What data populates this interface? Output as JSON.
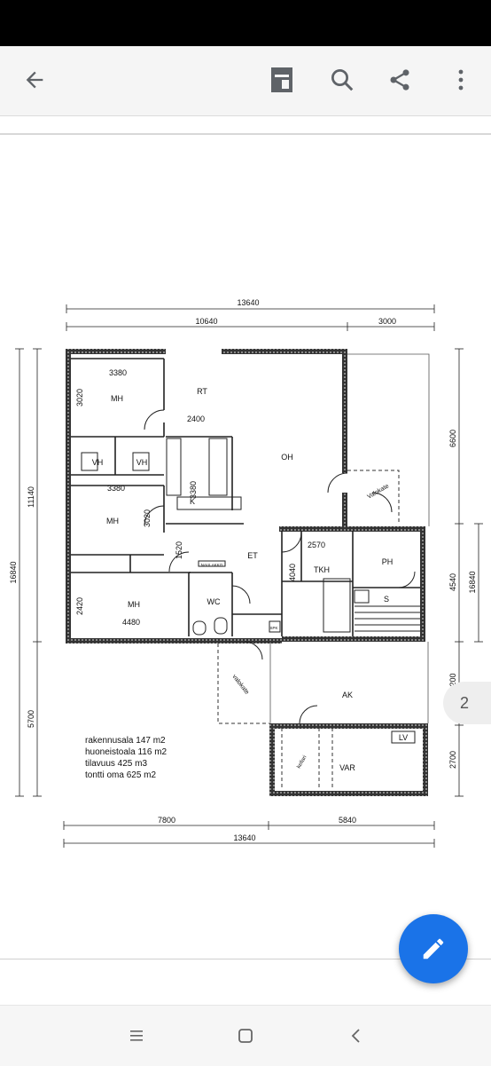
{
  "toolbar": {
    "back_icon": "arrow-left-icon",
    "icons": [
      "page-layout-icon",
      "search-icon",
      "share-icon",
      "more-vert-icon"
    ]
  },
  "floorplan": {
    "dims": {
      "top_total": "13640",
      "top_left": "10640",
      "top_right": "3000",
      "bottom_left": "7800",
      "bottom_right": "5840",
      "bottom_total": "13640",
      "left_total": "16840",
      "left_upper": "11140",
      "left_lower": "5700",
      "right_total": "16840",
      "right_1": "6600",
      "right_2": "4540",
      "right_3": "200",
      "right_4": "2700",
      "mh1_w": "3380",
      "mh1_h": "3020",
      "rt_w": "2400",
      "mh2_w": "3380",
      "mh2_h": "3020",
      "k_h": "3380",
      "et_h": "1520",
      "mh3_h": "2420",
      "mh3_w": "4480",
      "tkh_w": "2570",
      "tkh_h": "4040"
    },
    "rooms": {
      "mh1": "MH",
      "rt": "RT",
      "oh": "OH",
      "vh1": "VH",
      "vh2": "VH",
      "k": "K",
      "mh2": "MH",
      "et": "ET",
      "mh3": "MH",
      "wc": "WC",
      "tkh": "TKH",
      "ph": "PH",
      "s": "S",
      "ak": "AK",
      "var": "VAR",
      "lv": "LV"
    },
    "labels": {
      "valokate_top": "Valokate",
      "valokate_bottom": "valokate",
      "naulakko": "NAULAKKO",
      "spk": "SPK",
      "kellari": "kellari"
    },
    "stats": [
      "rakennusala 147 m2",
      "huoneistoala 116 m2",
      "tilavuus 425 m3",
      "tontti oma 625 m2"
    ]
  },
  "page_indicator": "2",
  "fab_icon": "edit-pencil-icon",
  "navbar_icons": [
    "recents-icon",
    "home-icon",
    "back-icon"
  ]
}
